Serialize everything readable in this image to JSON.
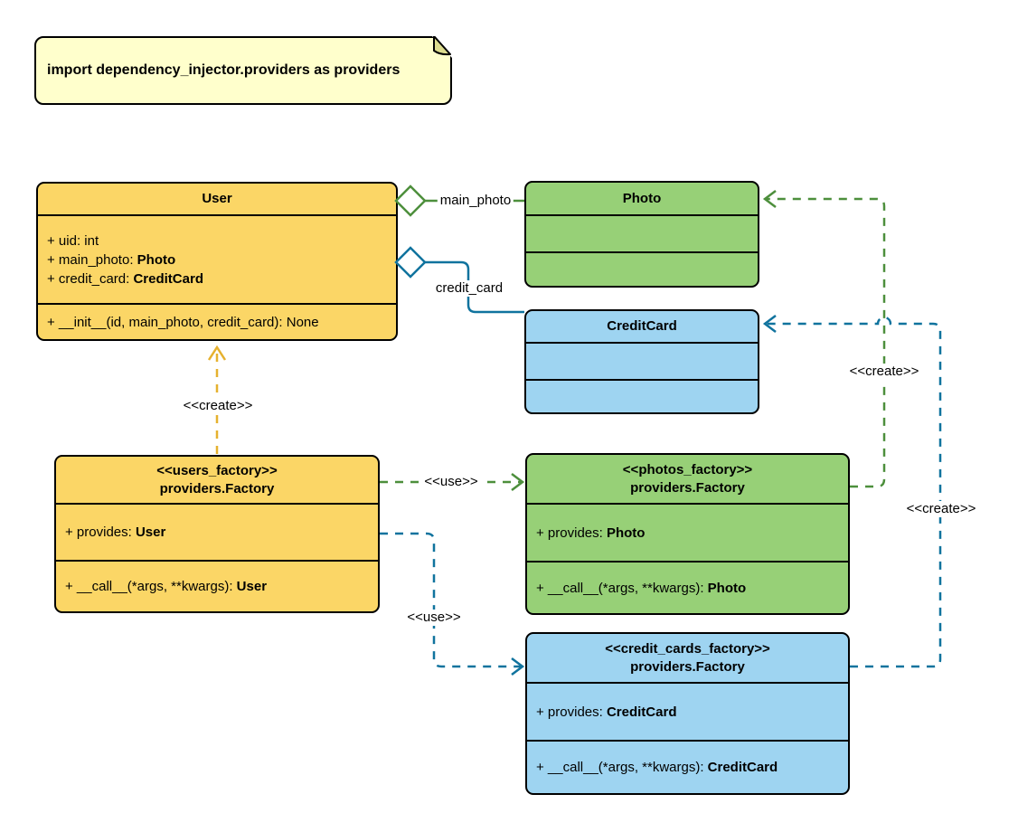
{
  "note": {
    "text": "import dependency_injector.providers as providers"
  },
  "classes": {
    "user": {
      "title": "User",
      "attributes": [
        {
          "text": "+ uid: int",
          "type": ""
        },
        {
          "text": "+ main_photo: ",
          "type": "Photo"
        },
        {
          "text": "+ credit_card: ",
          "type": "CreditCard"
        }
      ],
      "methods": [
        {
          "text": "+ __init__(id, main_photo, credit_card): None",
          "type": ""
        }
      ]
    },
    "photo": {
      "title": "Photo"
    },
    "credit_card": {
      "title": "CreditCard"
    },
    "users_factory": {
      "stereotype": "<<users_factory>>",
      "title": "providers.Factory",
      "provides": {
        "text": "+ provides: ",
        "type": "User"
      },
      "call": {
        "text": "+ __call__(*args, **kwargs): ",
        "type": "User"
      }
    },
    "photos_factory": {
      "stereotype": "<<photos_factory>>",
      "title": "providers.Factory",
      "provides": {
        "text": "+ provides: ",
        "type": "Photo"
      },
      "call": {
        "text": "+ __call__(*args, **kwargs): ",
        "type": "Photo"
      }
    },
    "credit_cards_factory": {
      "stereotype": "<<credit_cards_factory>>",
      "title": "providers.Factory",
      "provides": {
        "text": "+ provides: ",
        "type": "CreditCard"
      },
      "call": {
        "text": "+ __call__(*args, **kwargs): ",
        "type": "CreditCard"
      }
    }
  },
  "edges": {
    "main_photo": {
      "label": "main_photo",
      "kind": "aggregation"
    },
    "credit_card": {
      "label": "credit_card",
      "kind": "aggregation"
    },
    "users_factory_create": {
      "label": "<<create>>"
    },
    "photos_factory_create": {
      "label": "<<create>>"
    },
    "credit_cards_factory_create": {
      "label": "<<create>>"
    },
    "use_photos_factory": {
      "label": "<<use>>"
    },
    "use_credit_cards_factory": {
      "label": "<<use>>"
    }
  },
  "colors": {
    "background": "#FFFFFF",
    "note_fill": "#FFFFCC",
    "note_fold": "#DCDC8E",
    "yellow_fill": "#FBD666",
    "green_fill": "#97D077",
    "blue_fill": "#9ED4F1",
    "outline": "#000000",
    "green_line": "#4D8F3C",
    "teal_line": "#10739E",
    "gold_line": "#E6B12E"
  }
}
